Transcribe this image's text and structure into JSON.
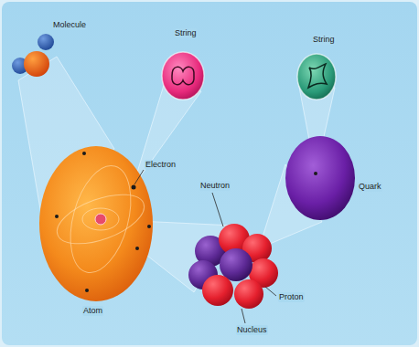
{
  "diagram": {
    "labels": [
      "Molecule",
      "String",
      "String",
      "Electron",
      "Neutron",
      "Quark",
      "Atom",
      "Proton",
      "Nucleus"
    ]
  }
}
